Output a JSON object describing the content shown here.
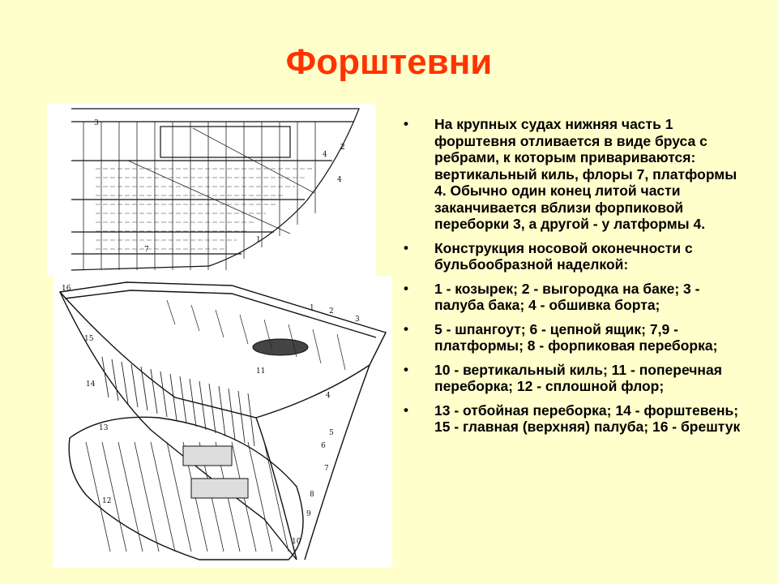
{
  "slide": {
    "title": "Форштевни",
    "bullets": [
      "На крупных судах нижняя часть 1 форштевня отливается в виде бруса с ребрами, к которым привариваются: вертикальный киль, флоры 7, платформы 4. Обычно один конец литой части заканчивается вблизи форпиковой переборки 3, а другой - у латформы 4.",
      "Конструкция носовой оконечности с бульбообразной наделкой:",
      "1 - козырек; 2 - выгородка на баке; 3 - палуба бака; 4 - обшивка борта;",
      "5 - шпангоут; 6 - цепной ящик; 7,9 - платформы; 8 - форпиковая переборка;",
      "10 - вертикальный киль; 11 - поперечная переборка; 12 - сплошной флор;",
      "13 - отбойная переборка; 14 - форштевень; 15 - главная (верхняя) палуба; 16 - брештук"
    ],
    "bullet_glyph": "•",
    "colors": {
      "background": "#ffffcc",
      "title": "#ff3300",
      "text": "#000000"
    },
    "figures": {
      "top_labels": [
        "3",
        "4",
        "2",
        "4",
        "1",
        "7"
      ],
      "bottom_labels": [
        "16",
        "15",
        "14",
        "13",
        "12",
        "1",
        "2",
        "3",
        "4",
        "5",
        "6",
        "7",
        "8",
        "9",
        "10",
        "11"
      ]
    }
  }
}
